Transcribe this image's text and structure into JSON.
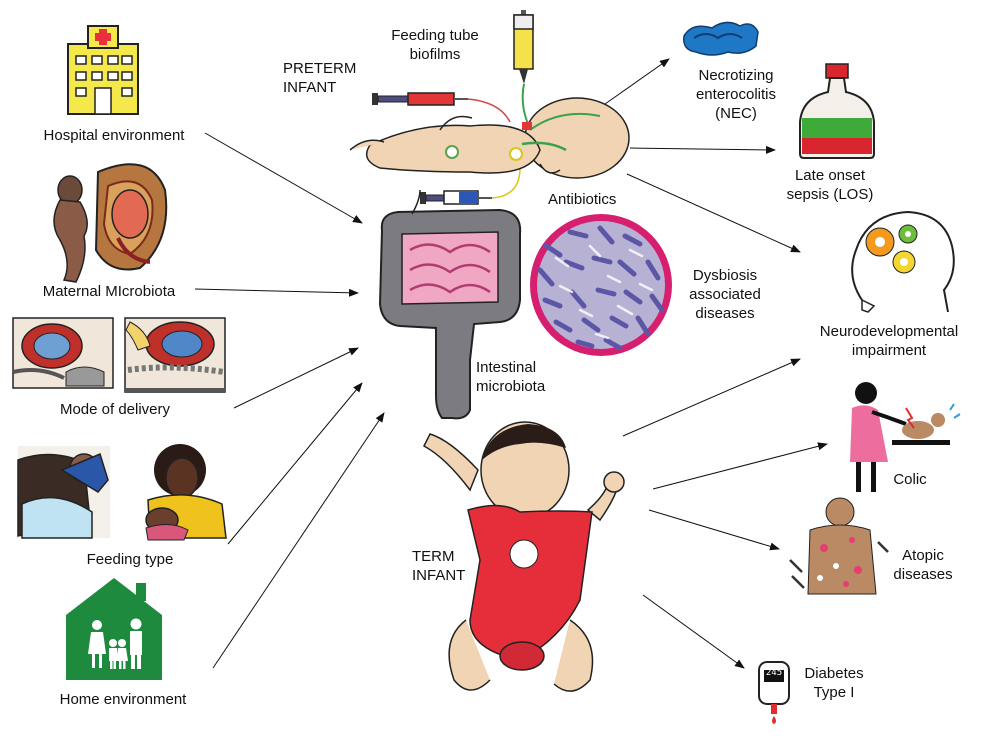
{
  "left_factors": {
    "hospital": "Hospital environment",
    "maternal": "Maternal MIcrobiota",
    "delivery": "Mode of delivery",
    "feeding": "Feeding type",
    "home": "Home environment"
  },
  "center": {
    "preterm": "PRETERM\nINFANT",
    "feeding_tube": "Feeding tube\nbiofilms",
    "antibiotics": "Antibiotics",
    "intestinal": "Intestinal\nmicrobiota",
    "dysbiosis": "Dysbiosis\nassociated\ndiseases",
    "term": "TERM\nINFANT",
    "glucometer_reading": "245"
  },
  "outcomes": {
    "nec": "Necrotizing\nenterocolitis\n(NEC)",
    "los": "Late onset\nsepsis (LOS)",
    "neuro": "Neurodevelopmental\nimpairment",
    "colic": "Colic",
    "atopic": "Atopic\ndiseases",
    "diabetes": "Diabetes\nType I"
  },
  "colors": {
    "hospital_yellow": "#f4e84a",
    "hospital_red": "#e8313a",
    "house_green": "#1e8a3e",
    "gut_pink": "#e97aa8",
    "gut_gray": "#7d7b82",
    "bacteria_disc": "#d61f6e",
    "onesie_red": "#e62e3b",
    "skin": "#f1d4b4",
    "nec_blue": "#1f78c6",
    "gear_orange": "#f39a1e",
    "gear_green": "#6bbf3a",
    "gear_yellow": "#f4d531"
  },
  "icons": [
    "hospital-icon",
    "pregnancy-icon",
    "delivery-icon",
    "breastfeeding-icon",
    "house-icon",
    "syringe-icon",
    "feeding-tube-icon",
    "nec-intestine-icon",
    "sepsis-bottle-icon",
    "brain-gears-icon",
    "colic-icon",
    "atopic-skin-icon",
    "glucometer-icon",
    "intestine-icon",
    "bacteria-disc-icon",
    "preterm-baby-icon",
    "term-baby-icon"
  ]
}
